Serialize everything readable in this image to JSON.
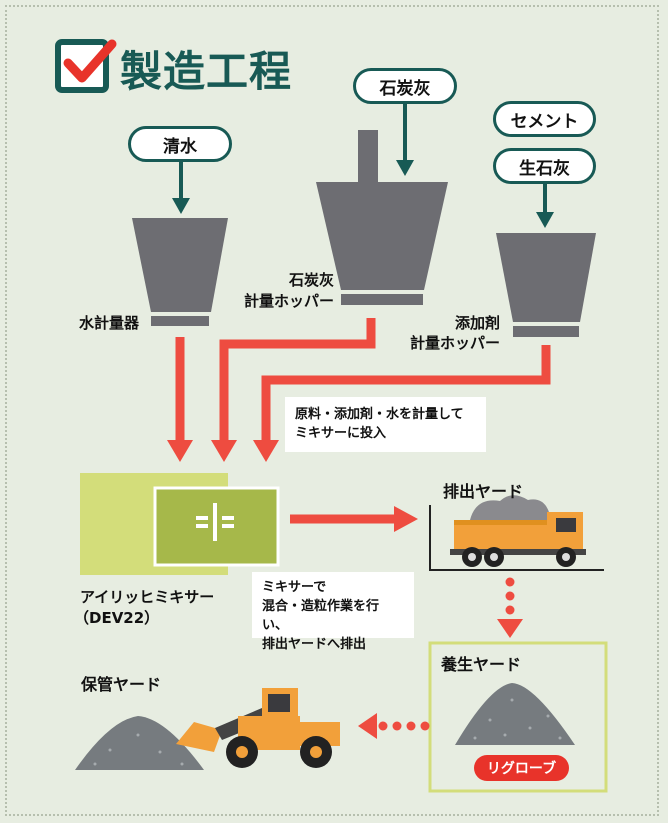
{
  "title": "製造工程",
  "inputs": {
    "water": "清水",
    "coal_ash": "石炭灰",
    "cement": "セメント",
    "quicklime": "生石灰"
  },
  "hoppers": {
    "water_meter": "水計量器",
    "coal_ash_hopper": [
      "石炭灰",
      "計量ホッパー"
    ],
    "additive_hopper": [
      "添加剤",
      "計量ホッパー"
    ]
  },
  "notes": {
    "weigh": [
      "原料・添加剤・水を計量して",
      "ミキサーに投入"
    ],
    "mix": [
      "ミキサーで",
      "混合・造粒作業を行い、",
      "排出ヤードへ排出"
    ]
  },
  "mixer": [
    "アイリッヒミキサー",
    "（DEV22）"
  ],
  "discharge_yard": "排出ヤード",
  "curing_yard": "養生ヤード",
  "storage_yard": "保管ヤード",
  "product_label": "リグローブ",
  "colors": {
    "accent_green": "#185a55",
    "arrow_red": "#ee4c40",
    "hopper_gray": "#6d6d72",
    "mixer_olive": "#d3dd7a",
    "mixer_core": "#a6b84a",
    "truck_orange": "#f2a03a",
    "background": "#e7ede1",
    "title_check": "#e8332a"
  }
}
